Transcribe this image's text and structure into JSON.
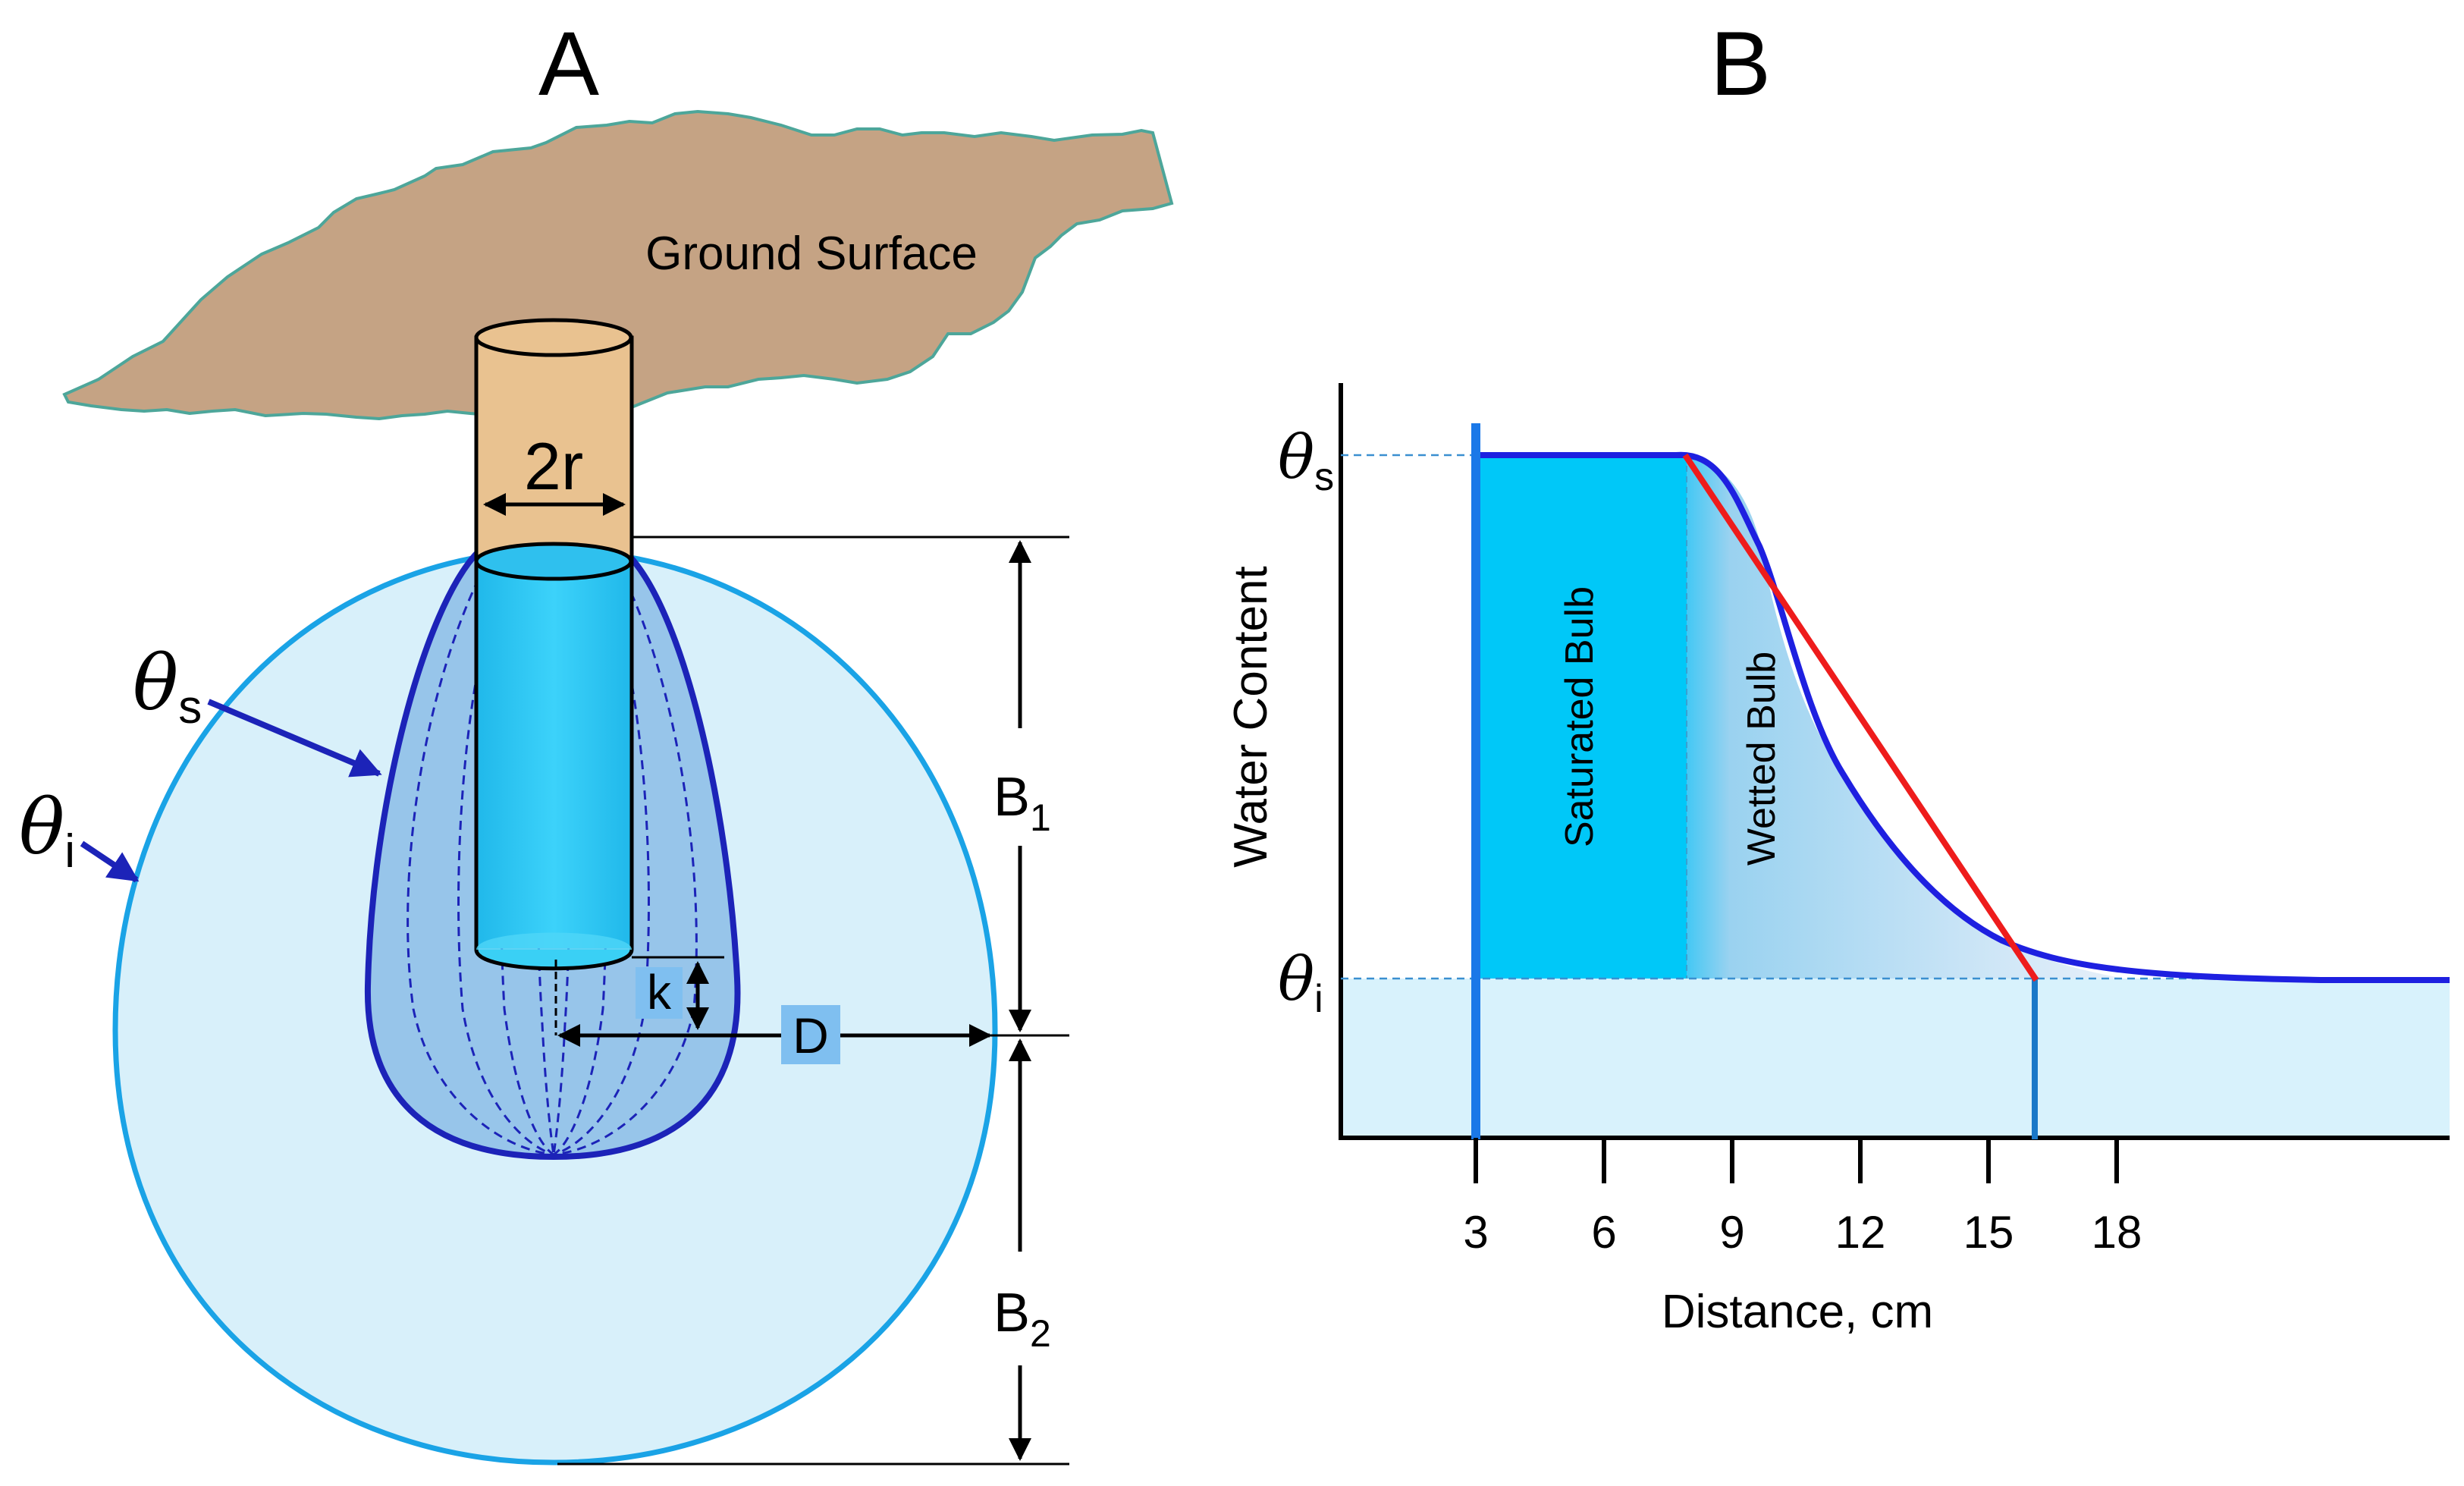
{
  "panel_a": {
    "label": "A",
    "ground_label": "Ground Surface",
    "diameter_label": "2r",
    "theta_s": {
      "symbol": "θ",
      "sub": "s"
    },
    "theta_i": {
      "symbol": "θ",
      "sub": "i"
    },
    "k_label": "k",
    "d_label": "D",
    "b1": {
      "main": "B",
      "sub": "1"
    },
    "b2": {
      "main": "B",
      "sub": "2"
    }
  },
  "panel_b": {
    "label": "B",
    "ylabel": "Water Content",
    "xlabel": "Distance, cm",
    "theta_s": {
      "symbol": "θ",
      "sub": "s"
    },
    "theta_i": {
      "symbol": "θ",
      "sub": "i"
    },
    "saturated_label": "Saturated Bulb",
    "wetted_label": "Wetted Bulb",
    "x_ticks": [
      "3",
      "6",
      "9",
      "12",
      "15",
      "18"
    ]
  },
  "colors": {
    "ground": "#c5a384",
    "outer_bulb": "#d8f0fa",
    "outer_outline": "#1aa3e6",
    "inner_bulb": "#90c0e8",
    "inner_outline": "#1c23b8",
    "water": "#1fc6f2",
    "saturated": "#00c8f8",
    "curve": "#1e20e0",
    "linear": "#ee1c1c"
  }
}
